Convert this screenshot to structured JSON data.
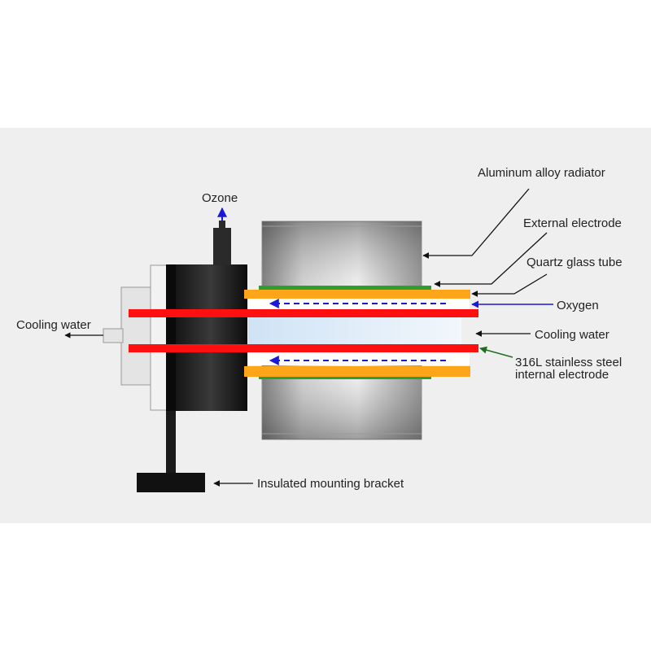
{
  "labels": {
    "aluminum_radiator": "Aluminum alloy radiator",
    "external_electrode": "External electrode",
    "quartz_tube": "Quartz glass tube",
    "oxygen": "Oxygen",
    "cooling_water_inner": "Cooling water",
    "internal_electrode_line1": "316L stainless steel",
    "internal_electrode_line2": "internal electrode",
    "ozone": "Ozone",
    "cooling_water_outlet": "Cooling water",
    "mounting_bracket": "Insulated mounting bracket"
  },
  "colors": {
    "panel_background": "#efefef",
    "electrode_red": "#ff1010",
    "quartz_orange": "#ffa51a",
    "external_electrode_green": "#2e9e2e",
    "flow_arrow_blue": "#1a1ad6",
    "leader_black": "#111111",
    "body_black": "#1a1a1a"
  }
}
